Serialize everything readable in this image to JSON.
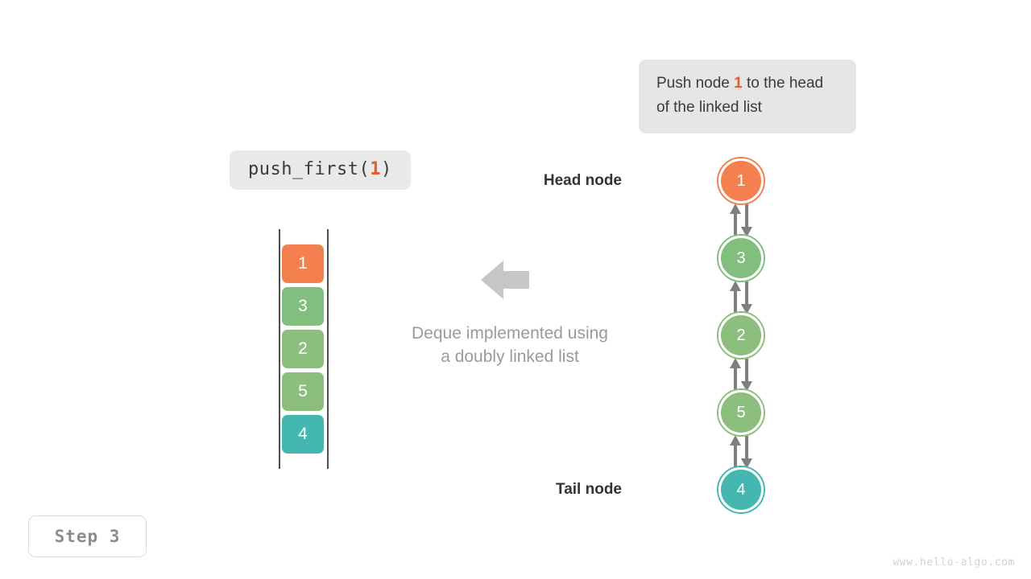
{
  "colors": {
    "orange": "#f4804f",
    "green": "#82bf7e",
    "teal": "#44b8b0",
    "arrow_gray": "#7f7f7f",
    "block_arrow_gray": "#c6c6c6",
    "callout_bg": "#e6e6e6",
    "label_bg": "#e9e9e9",
    "rail": "#4d4d4d",
    "caption_text": "#9a9a9a",
    "watermark_text": "#d2d2d2"
  },
  "callout": {
    "text_before": "Push node ",
    "highlight": "1",
    "text_after": " to the head of the linked list"
  },
  "operation": {
    "label_before": "push_first(",
    "label_arg": "1",
    "label_after": ")"
  },
  "deque": {
    "cells": [
      {
        "value": "1",
        "color": "#f4804f"
      },
      {
        "value": "3",
        "color": "#82bf7e"
      },
      {
        "value": "2",
        "color": "#8cbf7e"
      },
      {
        "value": "5",
        "color": "#8cbf7e"
      },
      {
        "value": "4",
        "color": "#44b8b0"
      }
    ]
  },
  "caption": {
    "line1": "Deque implemented using",
    "line2": "a doubly linked list"
  },
  "linked_list": {
    "head_label": "Head node",
    "tail_label": "Tail node",
    "nodes": [
      {
        "value": "1",
        "color": "#f4804f",
        "ring": "#f4804f"
      },
      {
        "value": "3",
        "color": "#82bf7e",
        "ring": "#82bf7e"
      },
      {
        "value": "2",
        "color": "#8cbf7e",
        "ring": "#8cbf7e"
      },
      {
        "value": "5",
        "color": "#8cbf7e",
        "ring": "#8cbf7e"
      },
      {
        "value": "4",
        "color": "#44b8b0",
        "ring": "#44b8b0"
      }
    ]
  },
  "step": {
    "label": "Step 3"
  },
  "watermark": {
    "text": "www.hello-algo.com"
  }
}
